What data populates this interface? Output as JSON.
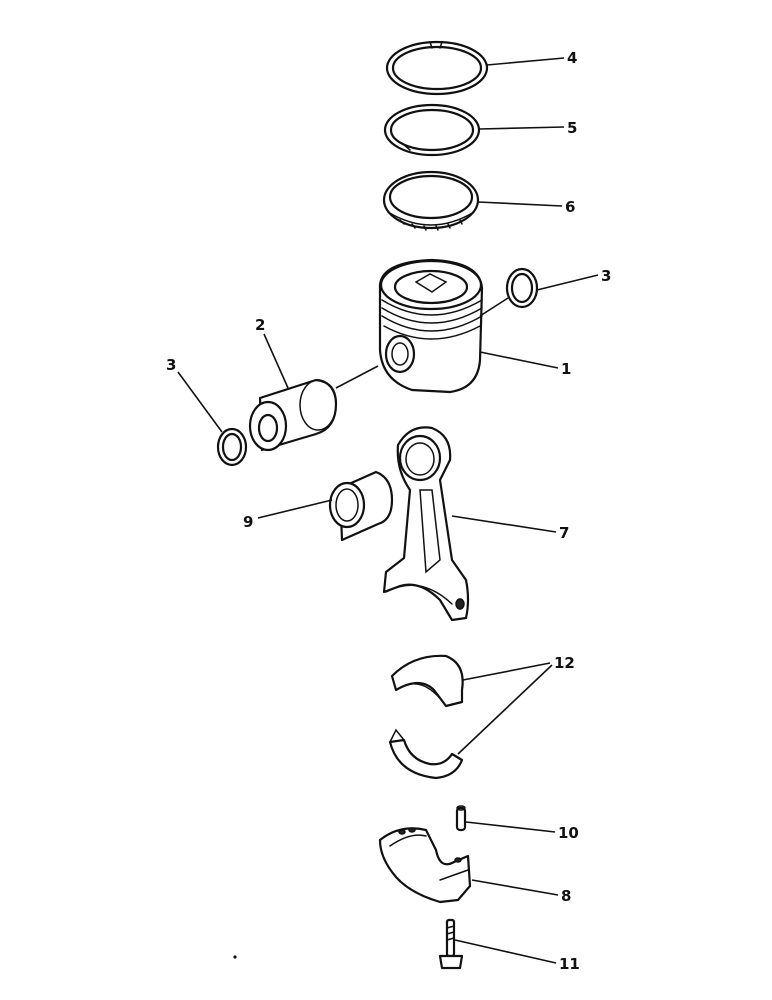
{
  "callouts": [
    {
      "id": "c4",
      "label": "4"
    },
    {
      "id": "c5",
      "label": "5"
    },
    {
      "id": "c6",
      "label": "6"
    },
    {
      "id": "c3r",
      "label": "3"
    },
    {
      "id": "c1",
      "label": "1"
    },
    {
      "id": "c2",
      "label": "2"
    },
    {
      "id": "c3l",
      "label": "3"
    },
    {
      "id": "c9",
      "label": "9"
    },
    {
      "id": "c7",
      "label": "7"
    },
    {
      "id": "c12",
      "label": "12"
    },
    {
      "id": "c10",
      "label": "10"
    },
    {
      "id": "c8",
      "label": "8"
    },
    {
      "id": "c11",
      "label": "11"
    }
  ]
}
